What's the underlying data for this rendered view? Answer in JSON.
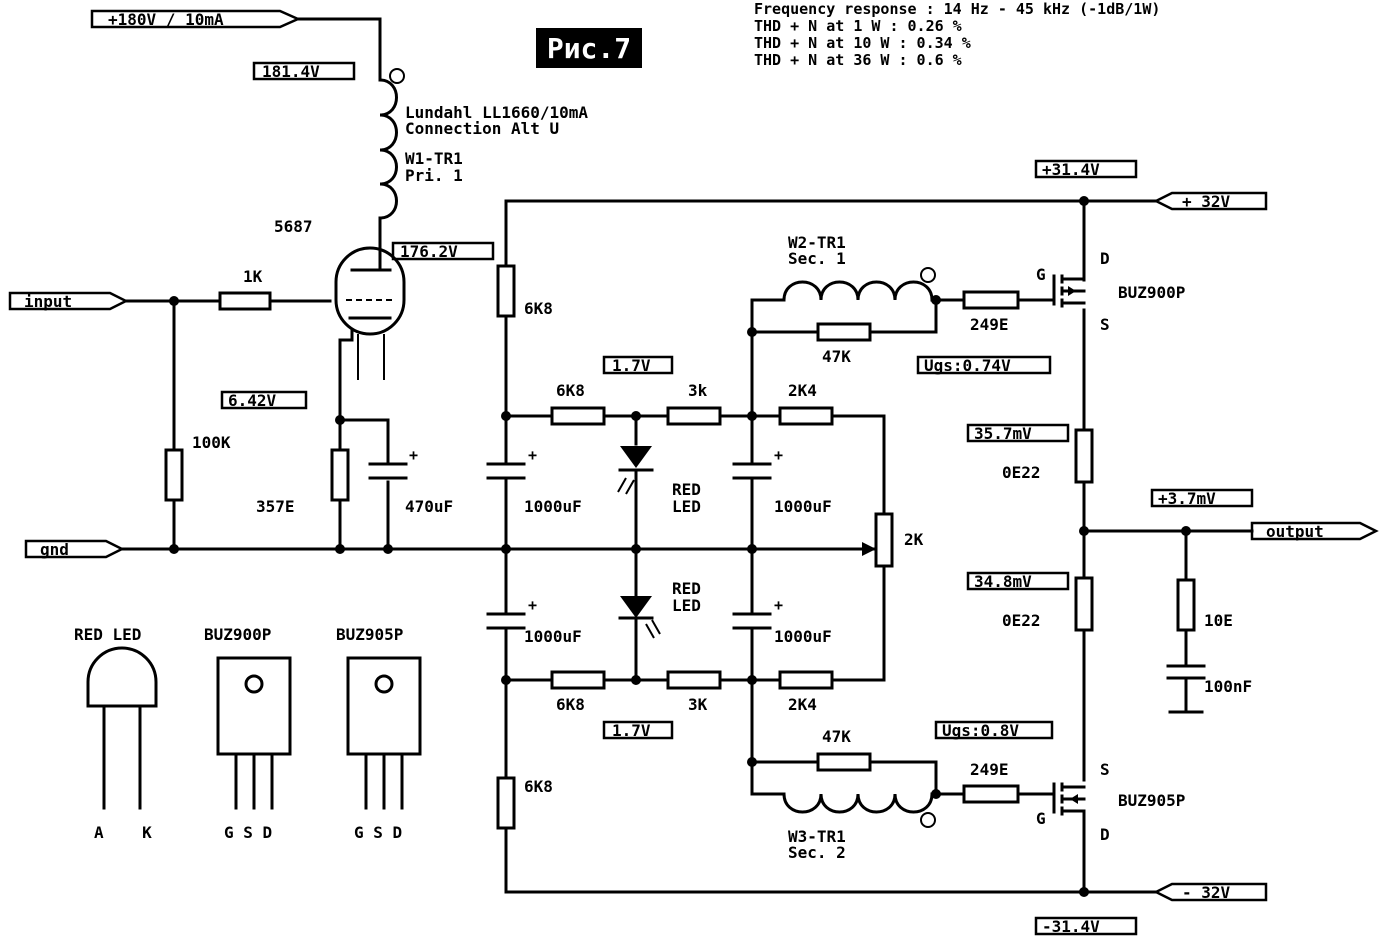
{
  "figure_title": "Рис.7",
  "specs": [
    "Frequency response : 14 Hz - 45 kHz (-1dB/1W)",
    "THD + N at 1 W : 0.26 %",
    "THD + N at 10 W : 0.34 %",
    "THD + N at 36 W : 0.6 %"
  ],
  "ports": {
    "supply_hv": "+180V / 10mA",
    "input": "input",
    "gnd": "gnd",
    "output": "output",
    "pos_rail": "+ 32V",
    "neg_rail": "- 32V"
  },
  "measurements": {
    "v_plate_top": "181.4V",
    "v_plate": "176.2V",
    "v_cathode": "6.42V",
    "v_bias_top": "1.7V",
    "v_bias_bottom": "1.7V",
    "v_pos_rail": "+31.4V",
    "v_neg_rail": "-31.4V",
    "v_gs_top": "Ugs:0.74V",
    "v_gs_bottom": "Ugs:0.8V",
    "v_re_top": "35.7mV",
    "v_re_bottom": "34.8mV",
    "v_out": "+3.7mV"
  },
  "components": {
    "transformer_name": "Lundahl LL1660/10mA",
    "transformer_conn": "Connection Alt U",
    "w1": "W1-TR1",
    "w1_sub": "Pri. 1",
    "w2": "W2-TR1",
    "w2_sub": "Sec. 1",
    "w3": "W3-TR1",
    "w3_sub": "Sec. 2",
    "tube": "5687",
    "r_grid": "1K",
    "r_in": "100K",
    "r_cath": "357E",
    "c_cath": "470uF",
    "r_6k8_a": "6K8",
    "r_6k8_b": "6K8",
    "r_6k8_c": "6K8",
    "r_6k8_d": "6K8",
    "r_3k_a": "3k",
    "r_3k_b": "3K",
    "r_2k4_a": "2K4",
    "r_2k4_b": "2K4",
    "c_1000_a": "1000uF",
    "c_1000_b": "1000uF",
    "c_1000_c": "1000uF",
    "c_1000_d": "1000uF",
    "led_red_a": "RED",
    "led_led_a": "LED",
    "led_red_b": "RED",
    "led_led_b": "LED",
    "pot": "2K",
    "r_47k_a": "47K",
    "r_47k_b": "47K",
    "r_gate_a": "249E",
    "r_gate_b": "249E",
    "mosfet_n": "BUZ900P",
    "mosfet_p": "BUZ905P",
    "r_src_a": "0E22",
    "r_src_b": "0E22",
    "r_zobel": "10E",
    "c_zobel": "100nF",
    "pin_g": "G",
    "pin_d": "D",
    "pin_s": "S",
    "pin_g2": "G",
    "pin_d2": "D",
    "pin_s2": "S"
  },
  "pinouts": {
    "led_title": "RED LED",
    "led_pins": "A    K",
    "n_title": "BUZ900P",
    "n_pins": "G S D",
    "p_title": "BUZ905P",
    "p_pins": "G S D"
  }
}
